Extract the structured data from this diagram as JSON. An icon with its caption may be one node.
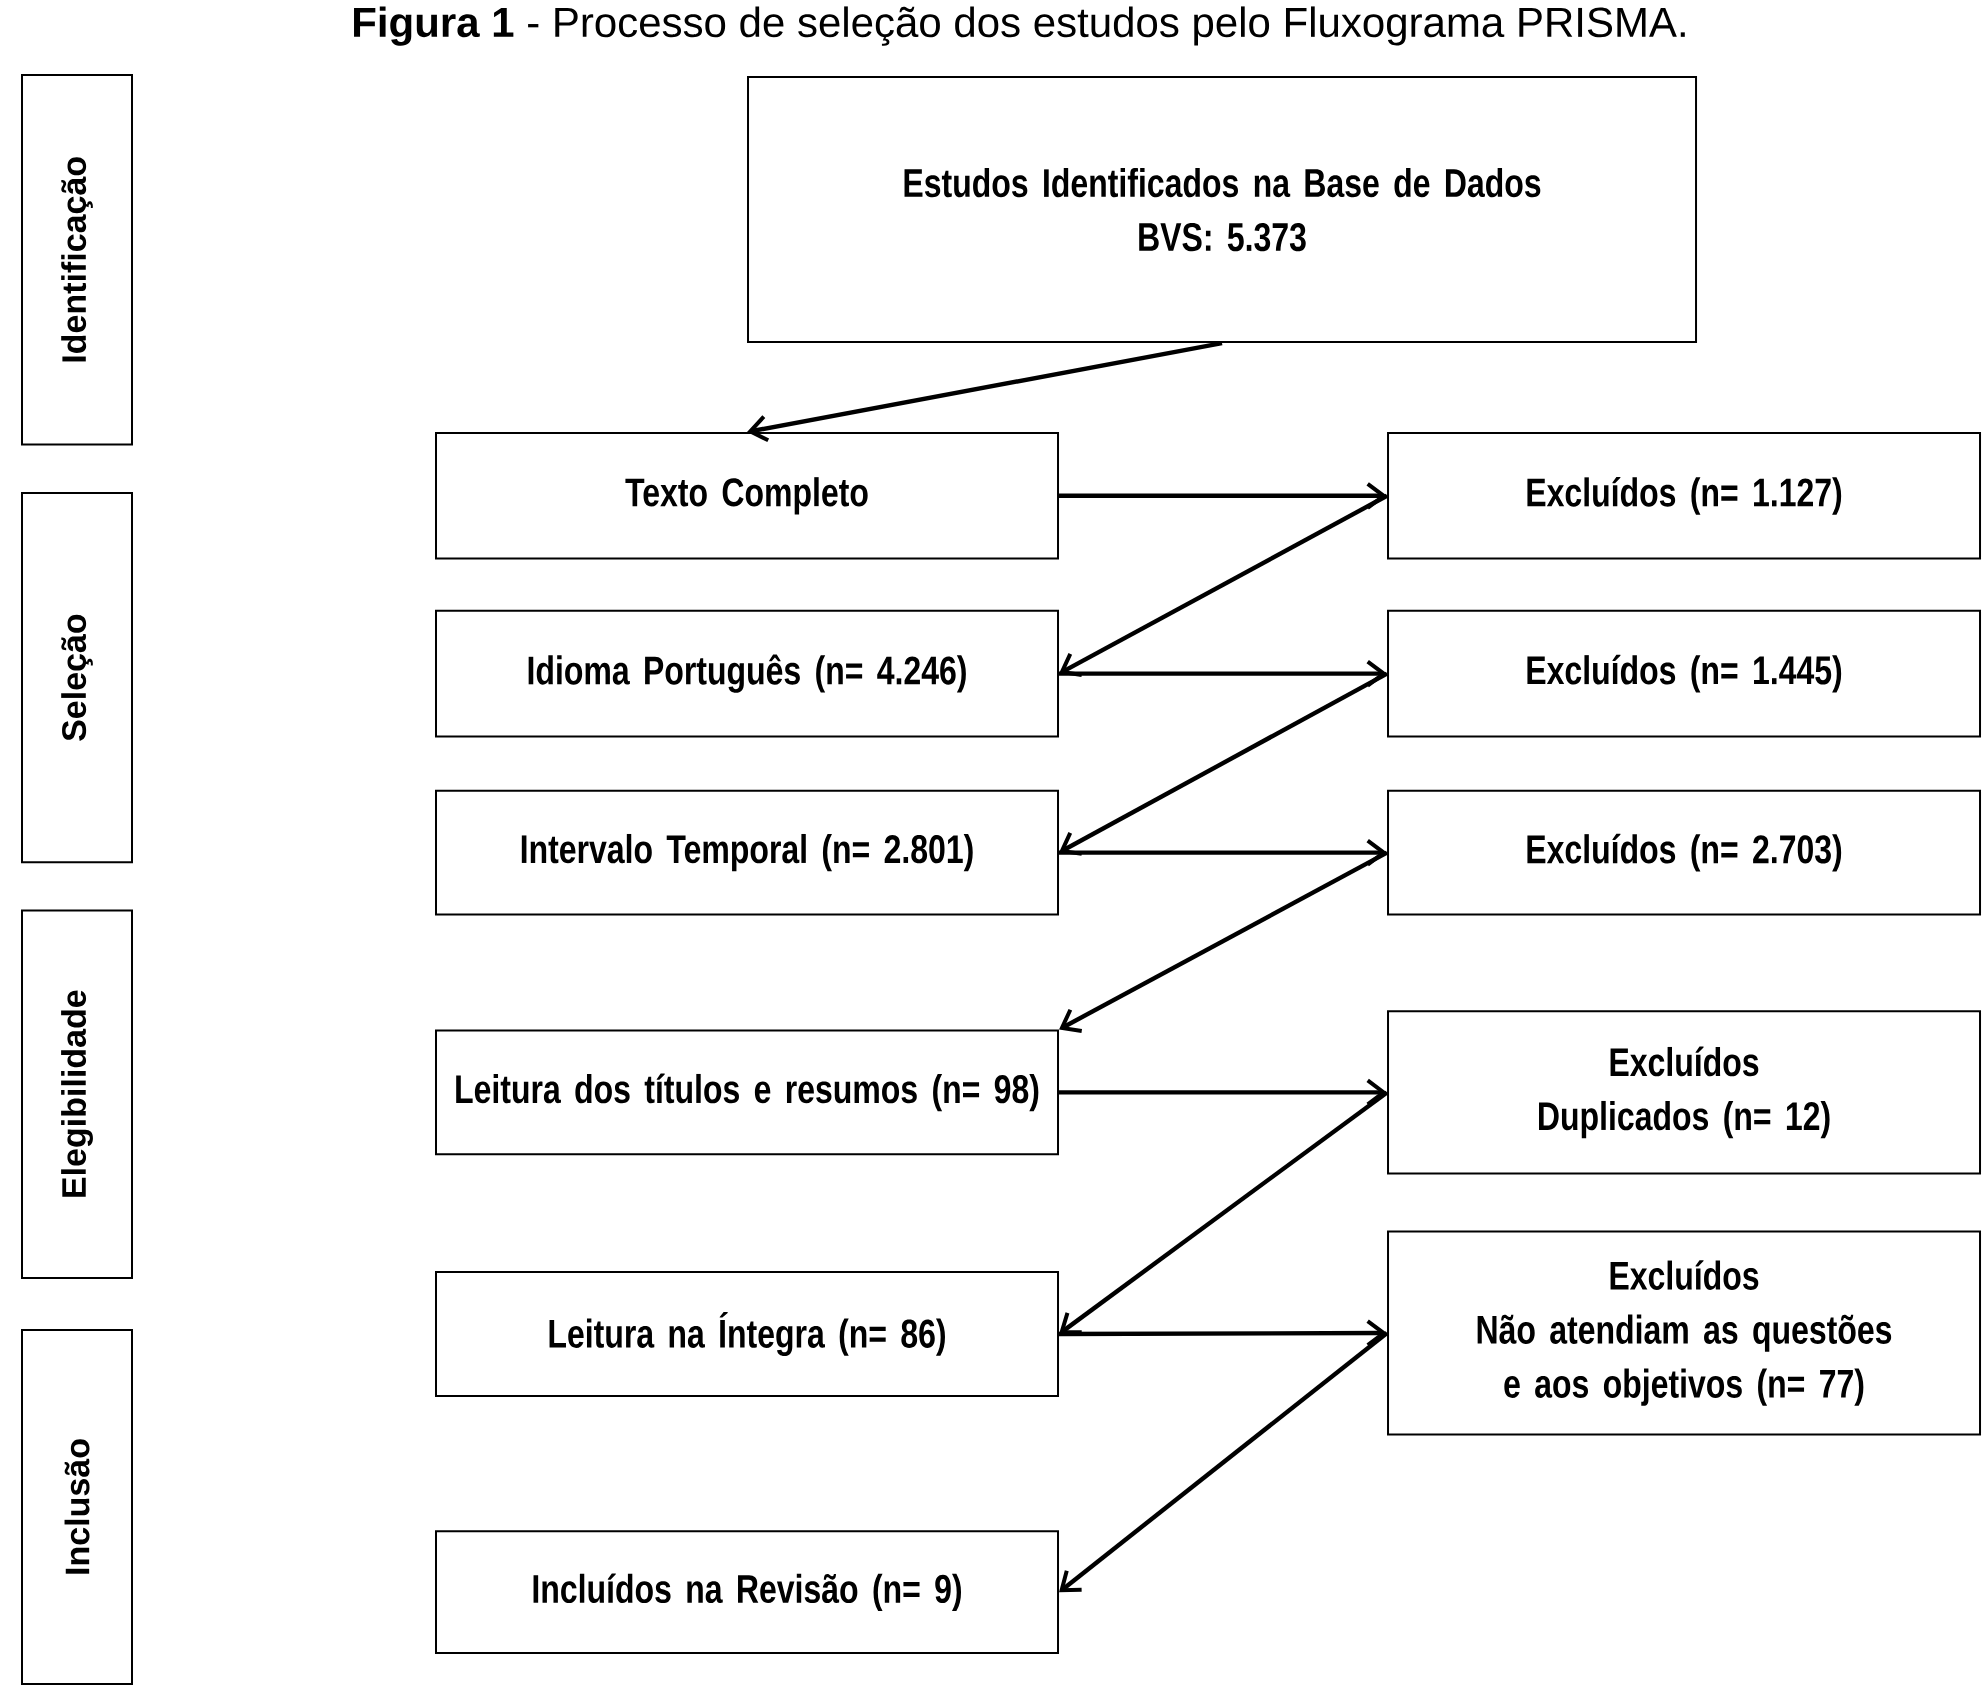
{
  "diagram": {
    "title": "**Figura 1** - Processo de seleção dos estudos pelo Fluxograma PRISMA.",
    "nodes": [
      {
        "text": [
          "Identificação"
        ]
      },
      {
        "text": [
          "Seleção"
        ]
      },
      {
        "text": [
          "Elegibilidade"
        ]
      },
      {
        "text": [
          "Inclusão"
        ]
      },
      {
        "text": [
          "Estudos Identificados na Base de Dados",
          "BVS: 5.373"
        ]
      },
      {
        "text": [
          "Texto Completo"
        ]
      },
      {
        "text": [
          "Excluídos (n= 1.127)"
        ]
      },
      {
        "text": [
          "Idioma Português (n= 4.246)"
        ]
      },
      {
        "text": [
          "Excluídos (n= 1.445)"
        ]
      },
      {
        "text": [
          "Intervalo Temporal (n= 2.801)"
        ]
      },
      {
        "text": [
          "Excluídos (n= 2.703)"
        ]
      },
      {
        "text": [
          "Leitura dos títulos e resumos (n= 98)"
        ]
      },
      {
        "text": [
          "Excluídos",
          "Duplicados (n= 12)"
        ]
      },
      {
        "text": [
          "Leitura na Íntegra (n= 86)"
        ]
      },
      {
        "text": [
          "Excluídos",
          "Não atendiam as questões e aos objetivos (n= 77)"
        ]
      },
      {
        "text": [
          "Incluídos na Revisão (n= 9)"
        ]
      }
    ],
    "edges": [
      {
        "from": 4,
        "to": 5,
        "arrow": "to"
      },
      {
        "from": 5,
        "to": 6,
        "arrow": "to"
      },
      {
        "from": 6,
        "to": 7,
        "arrow": "to"
      },
      {
        "from": 7,
        "to": 8,
        "arrow": "to"
      },
      {
        "from": 8,
        "to": 9,
        "arrow": "to"
      },
      {
        "from": 9,
        "to": 10,
        "arrow": "to"
      },
      {
        "from": 10,
        "to": 11,
        "arrow": "to"
      },
      {
        "from": 11,
        "to": 12,
        "arrow": "to"
      },
      {
        "from": 12,
        "to": 13,
        "arrow": "to"
      },
      {
        "from": 13,
        "to": 14,
        "arrow": "to"
      },
      {
        "from": 14,
        "to": 15,
        "arrow": "to"
      }
    ]
  }
}
